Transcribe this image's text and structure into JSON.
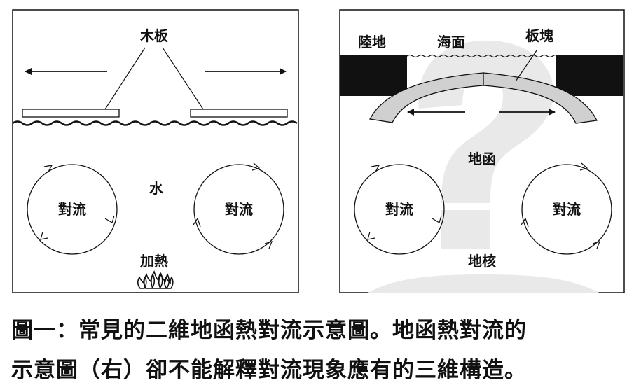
{
  "left_panel": {
    "board_label": "木板",
    "water_label": "水",
    "convection_left": "對流",
    "convection_right": "對流",
    "heat_label": "加熱"
  },
  "right_panel": {
    "land_label": "陸地",
    "sea_label": "海面",
    "plate_label": "板塊",
    "mantle_label": "地函",
    "convection_left": "對流",
    "convection_right": "對流",
    "core_label": "地核",
    "watermark": "?"
  },
  "caption": {
    "line1": "圖一：常見的二維地函熱對流示意圖。地函熱對流的",
    "line2": "示意圖（右）卻不能解釋對流現象應有的三維構造。"
  },
  "colors": {
    "ink": "#111111",
    "plate_fill": "#d0d0d0",
    "watermark": "#e9e9e9",
    "land": "#111111"
  }
}
